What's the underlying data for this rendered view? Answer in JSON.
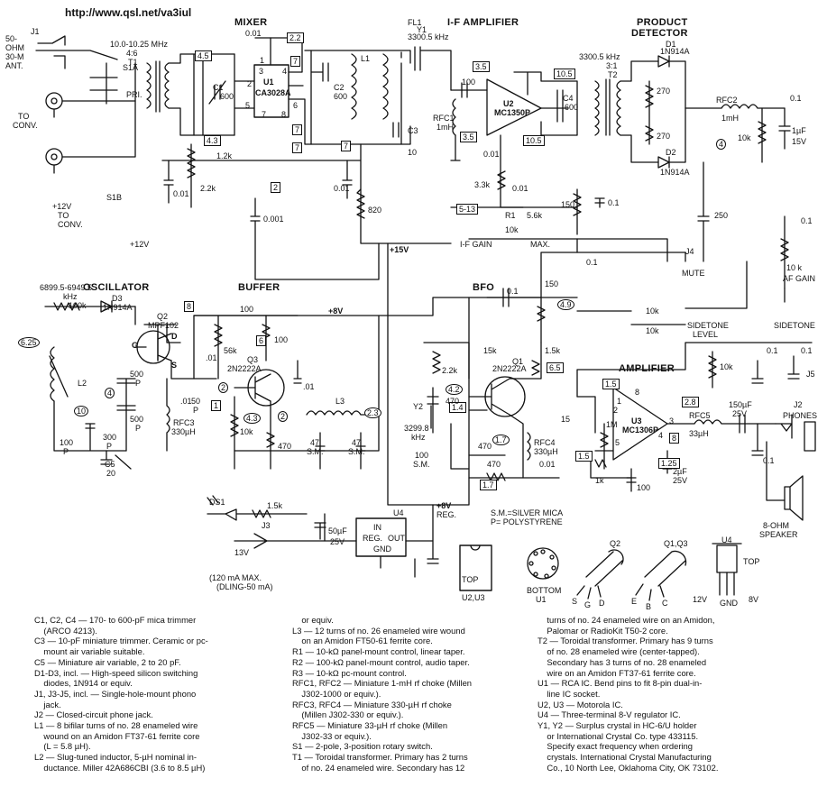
{
  "header": {
    "url": "http://www.qsl.net/va3iul"
  },
  "sections": {
    "mixer": "MIXER",
    "if_amp": "I-F AMPLIFIER",
    "product_detector_1": "PRODUCT",
    "product_detector_2": "DETECTOR",
    "oscillator": "OSCILLATOR",
    "buffer": "BUFFER",
    "bfo": "BFO",
    "amplifier": "AMPLIFIER"
  },
  "antenna": {
    "l1": "50-",
    "l2": "OHM",
    "l3": "30-M",
    "l4": "ANT.",
    "j1": "J1"
  },
  "conv": {
    "to": "TO",
    "conv": "CONV.",
    "s1a": "S1A",
    "pri": "PRI.",
    "s1b": "S1B",
    "v12a": "+12V",
    "to2": "TO",
    "conv2": "CONV.",
    "v12b": "+12V"
  },
  "t1": {
    "range": "10.0-10.25 MHz",
    "ratio": "4:6",
    "name": "T1"
  },
  "mixer": {
    "cap_top": "0.01",
    "u1": "U1",
    "u1_part": "CA3028A",
    "c1": "C1",
    "c1_val": "600",
    "c2": "C2",
    "c2_val": "600",
    "l1": "L1",
    "c3": "C3",
    "c3_val": "10",
    "fl1": "FL1",
    "fl1_x": "Y1",
    "fl1_freq": "3300.5 kHz",
    "pin1": "1",
    "pin2": "2",
    "pin3": "3",
    "pin4": "4",
    "pin5": "5",
    "pin6": "6",
    "pin7": "7",
    "pin8": "8"
  },
  "boxes": {
    "b45": "4.5",
    "b43": "4.3",
    "b22": "2.2",
    "b7a": "7",
    "b7b": "7",
    "b7c": "7",
    "b7d": "7",
    "b2": "2",
    "b35": "3.5",
    "b105a": "10.5",
    "b105b": "10.5",
    "b35b": "3.5",
    "b513": "5-13",
    "b8": "8",
    "b6": "6",
    "b1": "1",
    "b15": "1.5",
    "b28": "2.8",
    "b8b": "8",
    "b65": "6.5",
    "b125": "1.25",
    "b17": "1.7",
    "b15b": "1.5",
    "b42": "4.2",
    "b14": "1.4",
    "b43b": "4.3"
  },
  "circles": {
    "c4": "4",
    "c625": "6.25",
    "c4b": "4",
    "c10": "10",
    "c2": "2",
    "c23": "2.3",
    "c49": "4.9",
    "c17": "1.7",
    "c42": "4.2",
    "c43": "4.3",
    "c2b": "2"
  },
  "bias": {
    "r12k": "1.2k",
    "r22k": "2.2k",
    "c001a": "0.01",
    "c0001": "0.001",
    "c001b": "0.01",
    "r820": "820",
    "plus15v": "+15V"
  },
  "if_amp": {
    "c100": "100",
    "u2": "U2",
    "u2_part": "MC1350P",
    "rfc1": "RFC1",
    "rfc1_val": "1mH",
    "c001": "0.01",
    "r33k": "3.3k",
    "c001b": "0.01",
    "r1": "R1",
    "r1_val": "10k",
    "r56k": "5.6k",
    "r150": "150",
    "c01": "0.1",
    "if_gain": "I-F GAIN",
    "max": "MAX.",
    "c4": "C4",
    "c4_val": "600",
    "t2_freq": "3300.5 kHz",
    "t2_ratio": "3:1",
    "t2": "T2"
  },
  "detector": {
    "d1": "D1",
    "d1_part": "1N914A",
    "r270a": "270",
    "r270b": "270",
    "d2": "D2",
    "d2_part": "1N914A",
    "rfc2": "RFC2",
    "rfc2_val": "1mH",
    "r10k": "10k",
    "c01": "0.1",
    "c1uf": "1µF",
    "c15v": "15V",
    "c250": "250",
    "c01b": "0.1",
    "j4": "J4",
    "mute": "MUTE",
    "af_gain_r": "10 k",
    "af_gain": "AF GAIN",
    "c01c": "0.1"
  },
  "osc": {
    "freq": "6899.5-6949.5",
    "khz": "kHz",
    "r100k": "100k",
    "d3": "D3",
    "d3_part": "1N914A",
    "q2": "Q2",
    "q2_part": "MPF102",
    "g": "G",
    "d": "D",
    "s": "S",
    "l2": "L2",
    "c500a": "500",
    "pa": "P",
    "c500b": "500",
    "pb": "P",
    "c50": "50",
    "pc": "P",
    "rfc3": "RFC3",
    "rfc3_val": "330µH",
    "c100": "100",
    "pd": "P",
    "c5": "C5",
    "c5_val": "20",
    "c300": "300",
    "pe": "P"
  },
  "buffer": {
    "c01a": ".01",
    "r100a": "100",
    "r56k": "56k",
    "q3": "Q3",
    "q3_part": "2N2222A",
    "r100b": "100",
    "c01b": ".01",
    "c01c": ".01",
    "l3": "L3",
    "r10k": "10k",
    "r470": "470",
    "c47a": "47",
    "sma": "S.M.",
    "c47b": "47",
    "smb": "S.M.",
    "plus8v": "+8V"
  },
  "bfo": {
    "c01": "0.1",
    "r150": "150",
    "r15k": "15k",
    "r22k": "2.2k",
    "q1": "Q1",
    "q1_part": "2N2222A",
    "r15k2": "1.5k",
    "c470a": "470",
    "y2": "Y2",
    "y2_freq": "3299.8",
    "y2_khz": "kHz",
    "c470b": "470",
    "c100": "100",
    "c100sm": "S.M.",
    "r470": "470",
    "rfc4": "RFC4",
    "rfc4_val": "330µH",
    "c001": "0.01",
    "legend1": "S.M.=SILVER MICA",
    "legend2": "P= POLYSTYRENE"
  },
  "amp": {
    "r10ka": "10k",
    "r10kb": "10k",
    "sidetone_level": "SIDETONE",
    "level": "LEVEL",
    "sidetone": "SIDETONE",
    "r10kc": "10k",
    "c01": "0.1",
    "c01b": "0.1",
    "j5": "J5",
    "u3": "U3",
    "u3_part": "MC1306P",
    "r1m": "1M",
    "c15": "15",
    "rfc5": "RFC5",
    "rfc5_val": "33µH",
    "c150": "150µF",
    "c150v": "25V",
    "j2": "J2",
    "phones": "PHONES",
    "c01c": "0.1",
    "r1k": "1k",
    "c100": "100",
    "c2uf": "2µF",
    "c25v": "25V",
    "speaker1": "8-OHM",
    "speaker2": "SPEAKER",
    "p1": "1",
    "p2": "2",
    "p3": "3",
    "p4": "4",
    "p5": "5",
    "p8": "8"
  },
  "power": {
    "ds1": "DS1",
    "r15k": "1.5k",
    "j3": "J3",
    "v13": "13V",
    "c50uf": "50µF",
    "c25v": "25V",
    "u4": "U4",
    "in": "IN",
    "reg": "REG.",
    "out": "OUT",
    "gnd": "GND",
    "plus8v": "+8V",
    "reg2": "REG.",
    "max1": "(120 mA MAX.",
    "max2": "(DLING-50 mA)"
  },
  "pinouts": {
    "u2u3": "U2,U3",
    "top": "TOP",
    "bottom": "BOTTOM",
    "u1": "U1",
    "q2": "Q2",
    "q1q3": "Q1,Q3",
    "u4": "U4",
    "top2": "TOP",
    "s": "S",
    "g": "G",
    "d": "D",
    "e": "E",
    "b": "B",
    "c": "C",
    "v12": "12V",
    "gnd": "GND",
    "v8": "8V"
  },
  "notes": {
    "col1": [
      "C1, C2, C4 — 170- to 600-pF mica trimmer",
      "    (ARCO 4213).",
      "C3 — 10-pF miniature trimmer. Ceramic or pc-",
      "    mount air variable suitable.",
      "C5 — Miniature air variable, 2 to 20 pF.",
      "D1-D3, incl. — High-speed silicon switching",
      "    diodes, 1N914 or equiv.",
      "J1, J3-J5, incl. — Single-hole-mount phono",
      "    jack.",
      "J2 — Closed-circuit phone jack.",
      "L1 — 8 bifilar turns of no. 28 enameled wire",
      "    wound on an Amidon FT37-61 ferrite core",
      "    (L = 5.8 µH).",
      "L2 — Slug-tuned inductor, 5-µH nominal in-",
      "    ductance. Miller 42A686CBI (3.6 to 8.5 µH)"
    ],
    "col2": [
      "    or equiv.",
      "L3 — 12 turns of no. 26 enameled wire wound",
      "    on an Amidon FT50-61 ferrite core.",
      "R1 — 10-kΩ panel-mount control, linear taper.",
      "R2 — 100-kΩ panel-mount control, audio taper.",
      "R3 — 10-kΩ pc-mount control.",
      "RFC1, RFC2 — Miniature 1-mH rf choke (Millen",
      "    J302-1000 or equiv.).",
      "RFC3, RFC4 — Miniature 330-µH rf choke",
      "    (Millen J302-330 or equiv.).",
      "RFC5 — Miniature 33-µH rf choke (Millen",
      "    J302-33 or equiv.).",
      "S1 — 2-pole, 3-position rotary switch.",
      "T1 — Toroidal transformer. Primary has 2 turns",
      "    of no. 24 enameled wire. Secondary has 12"
    ],
    "col3": [
      "    turns of no. 24 enameled wire on an Amidon,",
      "    Palomar or RadioKit T50-2 core.",
      "T2 — Toroidal transformer. Primary has 9 turns",
      "    of no. 28 enameled wire (center-tapped).",
      "    Secondary has 3 turns of no. 28 enameled",
      "    wire on an Amidon FT37-61 ferrite core.",
      "U1 — RCA IC. Bend pins to fit 8-pin dual-in-",
      "    line IC socket.",
      "U2, U3 — Motorola IC.",
      "U4 — Three-terminal 8-V regulator IC.",
      "Y1, Y2 — Surplus crystal in HC-6/U holder",
      "    or International Crystal Co. type 433115.",
      "    Specify exact frequency when ordering",
      "    crystals. International Crystal Manufacturing",
      "    Co., 10 North Lee, Oklahoma City, OK 73102."
    ]
  }
}
